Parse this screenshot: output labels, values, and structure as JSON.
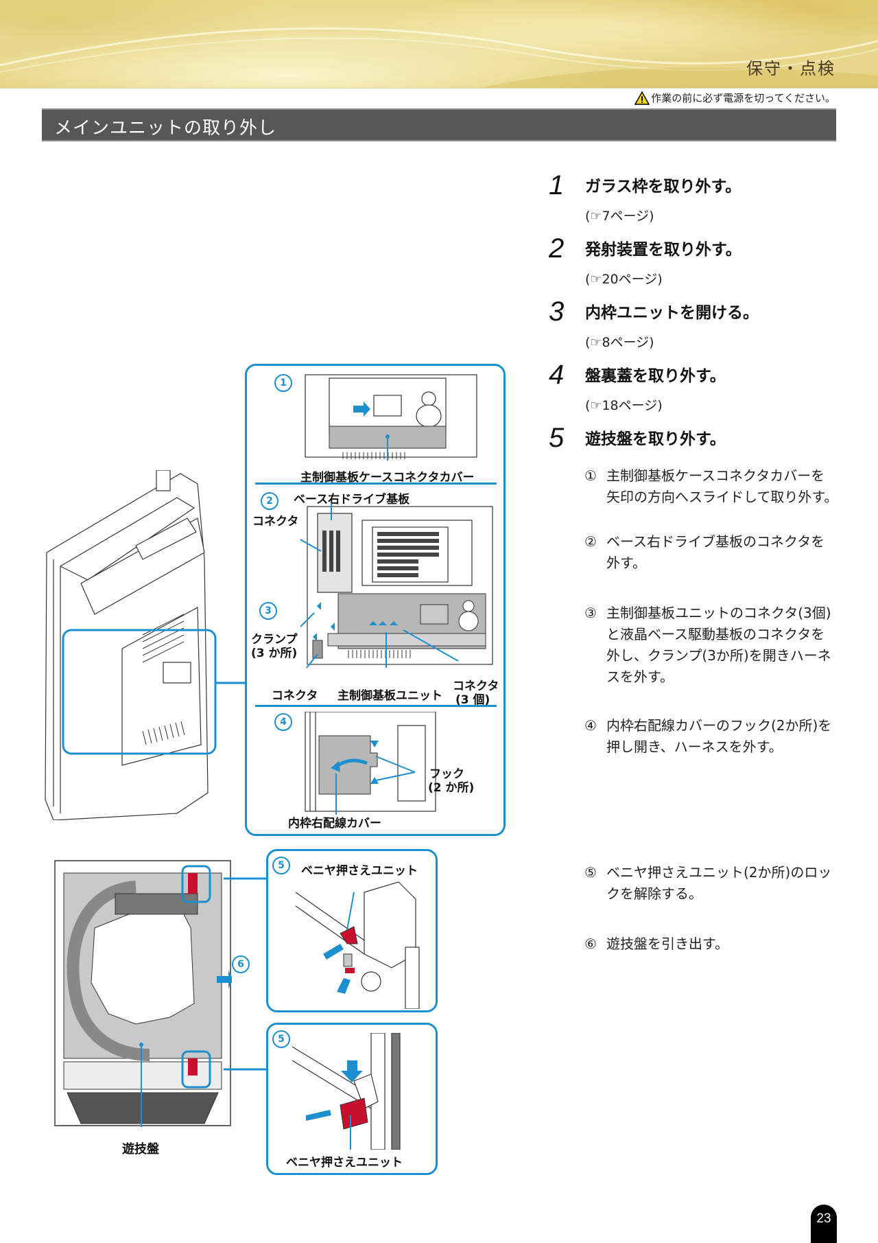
{
  "header": {
    "section_label": "保守・点検",
    "warning_icon": "warning-triangle-icon",
    "warning_text": "作業の前に必ず電源を切ってください。",
    "page_title": "メインユニットの取り外し"
  },
  "steps": [
    {
      "num": "1",
      "title": "ガラス枠を取り外す。",
      "ref": "(☞7ページ)"
    },
    {
      "num": "2",
      "title": "発射装置を取り外す。",
      "ref": "(☞20ページ)"
    },
    {
      "num": "3",
      "title": "内枠ユニットを開ける。",
      "ref": "(☞8ページ)"
    },
    {
      "num": "4",
      "title": "盤裏蓋を取り外す。",
      "ref": "(☞18ページ)"
    },
    {
      "num": "5",
      "title": "遊技盤を取り外す。"
    }
  ],
  "substeps": [
    {
      "mark": "①",
      "text": "主制御基板ケースコネクタカバーを矢印の方向へスライドして取り外す。"
    },
    {
      "mark": "②",
      "text": "ベース右ドライブ基板のコネクタを外す。"
    },
    {
      "mark": "③",
      "text": "主制御基板ユニットのコネクタ(3個)と液晶ベース駆動基板のコネクタを外し、クランプ(3か所)を開きハーネスを外す。"
    },
    {
      "mark": "④",
      "text": "内枠右配線カバーのフック(2か所)を押し開き、ハーネスを外す。"
    },
    {
      "mark": "⑤",
      "text": "ベニヤ押さえユニット(2か所)のロックを解除する。"
    },
    {
      "mark": "⑥",
      "text": "遊技盤を引き出す。"
    }
  ],
  "figure_top": {
    "panel1": {
      "num": "1",
      "label": "主制御基板ケースコネクタカバー"
    },
    "panel2": {
      "num": "2",
      "label_board": "ベース右ドライブ基板",
      "label_connector": "コネクタ"
    },
    "panel3": {
      "num": "3",
      "label_clamp": "クランプ",
      "label_clamp_count": "(3 か所)",
      "label_connector": "コネクタ",
      "label_unit": "主制御基板ユニット",
      "label_connectors": "コネクタ",
      "label_connectors_count": "(3 個)"
    },
    "panel4": {
      "num": "4",
      "label_hook": "フック",
      "label_hook_count": "(2 か所)",
      "label_cover": "内枠右配線カバー"
    }
  },
  "figure_bottom": {
    "board_label": "遊技盤",
    "pull_num": "6",
    "detail_top": {
      "num": "5",
      "label": "ベニヤ押さえユニット"
    },
    "detail_bottom": {
      "num": "5",
      "label": "ベニヤ押さえユニット"
    }
  },
  "colors": {
    "accent": "#1b8fd0",
    "title_bar": "#575757",
    "lock_red": "#c8102e"
  },
  "page_number": "23"
}
